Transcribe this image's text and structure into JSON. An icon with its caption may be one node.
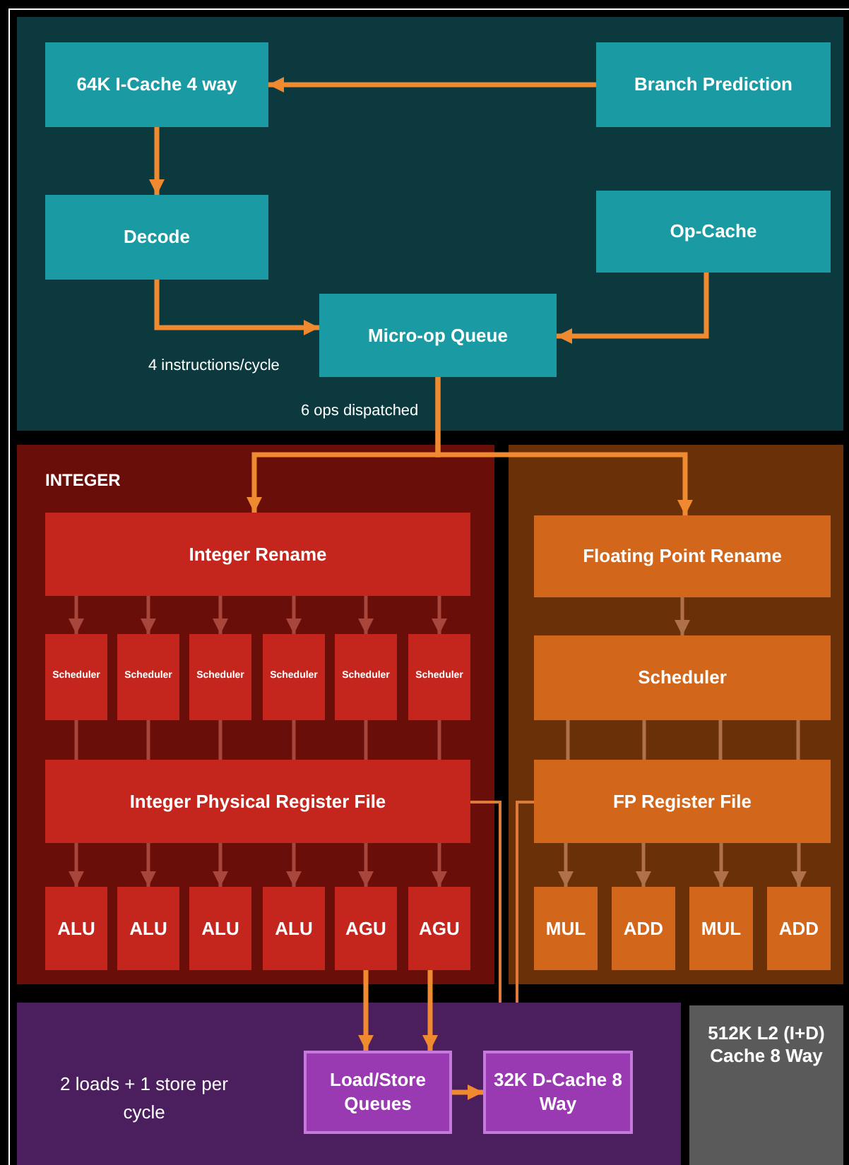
{
  "diagram": {
    "nodes": [
      {
        "text": [],
        "shape": "box"
      },
      {
        "text": [
          "64K I-Cache 4 way"
        ],
        "in": 0
      },
      {
        "text": [
          "Branch Prediction"
        ],
        "in": 0
      },
      {
        "text": [
          "Decode"
        ],
        "in": 0
      },
      {
        "text": [
          "Op-Cache"
        ],
        "in": 0
      },
      {
        "text": [
          "Micro-op Queue"
        ],
        "in": 0
      },
      {
        "text": [
          "INTEGER"
        ]
      },
      {
        "text": [
          "Integer Rename"
        ],
        "in": 6
      },
      {
        "text": [
          "Scheduler"
        ],
        "in": 6
      },
      {
        "text": [
          "Scheduler"
        ],
        "in": 6
      },
      {
        "text": [
          "Scheduler"
        ],
        "in": 6
      },
      {
        "text": [
          "Scheduler"
        ],
        "in": 6
      },
      {
        "text": [
          "Scheduler"
        ],
        "in": 6
      },
      {
        "text": [
          "Scheduler"
        ],
        "in": 6
      },
      {
        "text": [
          "Integer Physical Register File"
        ],
        "in": 6
      },
      {
        "text": [
          "ALU"
        ],
        "in": 6
      },
      {
        "text": [
          "ALU"
        ],
        "in": 6
      },
      {
        "text": [
          "ALU"
        ],
        "in": 6
      },
      {
        "text": [
          "ALU"
        ],
        "in": 6
      },
      {
        "text": [
          "AGU"
        ],
        "in": 6
      },
      {
        "text": [
          "AGU"
        ],
        "in": 6
      },
      {
        "text": [],
        "shape": "box"
      },
      {
        "text": [
          "Floating Point Rename"
        ],
        "in": 21
      },
      {
        "text": [
          "Scheduler"
        ],
        "in": 21
      },
      {
        "text": [
          "FP Register File"
        ],
        "in": 21
      },
      {
        "text": [
          "MUL"
        ],
        "in": 21
      },
      {
        "text": [
          "ADD"
        ],
        "in": 21
      },
      {
        "text": [
          "MUL"
        ],
        "in": 21
      },
      {
        "text": [
          "ADD"
        ],
        "in": 21
      },
      {
        "text": [
          "2 loads + 1 store per cycle"
        ]
      },
      {
        "text": [
          "Load/Store Queues"
        ],
        "in": 29
      },
      {
        "text": [
          "32K D-Cache 8 Way"
        ],
        "in": 29
      },
      {
        "text": [
          "512K L2 (I+D) Cache 8 Way"
        ]
      }
    ],
    "edges": [
      {
        "from": 2,
        "to": 1,
        "arrow": "to",
        "color": "#f08a30"
      },
      {
        "from": 1,
        "to": 3,
        "arrow": "to",
        "color": "#f08a30"
      },
      {
        "from": 3,
        "to": 5,
        "arrow": "to",
        "color": "#f08a30",
        "label": "4 instructions/cycle"
      },
      {
        "from": 4,
        "to": 5,
        "arrow": "to",
        "color": "#f08a30"
      },
      {
        "from": 5,
        "to": 7,
        "arrow": "to",
        "color": "#f08a30",
        "label": "6 ops dispatched"
      },
      {
        "from": 5,
        "to": 22,
        "arrow": "to",
        "color": "#f08a30"
      },
      {
        "from": 7,
        "to": 8,
        "arrow": "to"
      },
      {
        "from": 7,
        "to": 9,
        "arrow": "to"
      },
      {
        "from": 7,
        "to": 10,
        "arrow": "to"
      },
      {
        "from": 7,
        "to": 11,
        "arrow": "to"
      },
      {
        "from": 7,
        "to": 12,
        "arrow": "to"
      },
      {
        "from": 7,
        "to": 13,
        "arrow": "to"
      },
      {
        "from": 8,
        "to": 14,
        "arrow": "none"
      },
      {
        "from": 9,
        "to": 14,
        "arrow": "none"
      },
      {
        "from": 10,
        "to": 14,
        "arrow": "none"
      },
      {
        "from": 11,
        "to": 14,
        "arrow": "none"
      },
      {
        "from": 12,
        "to": 14,
        "arrow": "none"
      },
      {
        "from": 13,
        "to": 14,
        "arrow": "none"
      },
      {
        "from": 14,
        "to": 15,
        "arrow": "to"
      },
      {
        "from": 14,
        "to": 16,
        "arrow": "to"
      },
      {
        "from": 14,
        "to": 17,
        "arrow": "to"
      },
      {
        "from": 14,
        "to": 18,
        "arrow": "to"
      },
      {
        "from": 14,
        "to": 19,
        "arrow": "to"
      },
      {
        "from": 14,
        "to": 20,
        "arrow": "to"
      },
      {
        "from": 22,
        "to": 23,
        "arrow": "to",
        "color": "#b0704a"
      },
      {
        "from": 23,
        "to": 24,
        "arrow": "none",
        "color": "#b0704a"
      },
      {
        "from": 23,
        "to": 24,
        "arrow": "none",
        "color": "#b0704a"
      },
      {
        "from": 23,
        "to": 24,
        "arrow": "none",
        "color": "#b0704a"
      },
      {
        "from": 23,
        "to": 24,
        "arrow": "none",
        "color": "#b0704a"
      },
      {
        "from": 24,
        "to": 25,
        "arrow": "to",
        "color": "#b0704a"
      },
      {
        "from": 24,
        "to": 26,
        "arrow": "to",
        "color": "#b0704a"
      },
      {
        "from": 24,
        "to": 27,
        "arrow": "to",
        "color": "#b0704a"
      },
      {
        "from": 24,
        "to": 28,
        "arrow": "to",
        "color": "#b0704a"
      },
      {
        "from": 19,
        "to": 30,
        "arrow": "to",
        "color": "#f08a30"
      },
      {
        "from": 20,
        "to": 30,
        "arrow": "to",
        "color": "#f08a30"
      },
      {
        "from": 30,
        "to": 31,
        "arrow": "to",
        "color": "#f08a30"
      },
      {
        "from": 14,
        "to": 29,
        "arrow": "none",
        "color": "#e07a3a"
      },
      {
        "from": 24,
        "to": 29,
        "arrow": "none",
        "color": "#e07a3a"
      }
    ]
  }
}
